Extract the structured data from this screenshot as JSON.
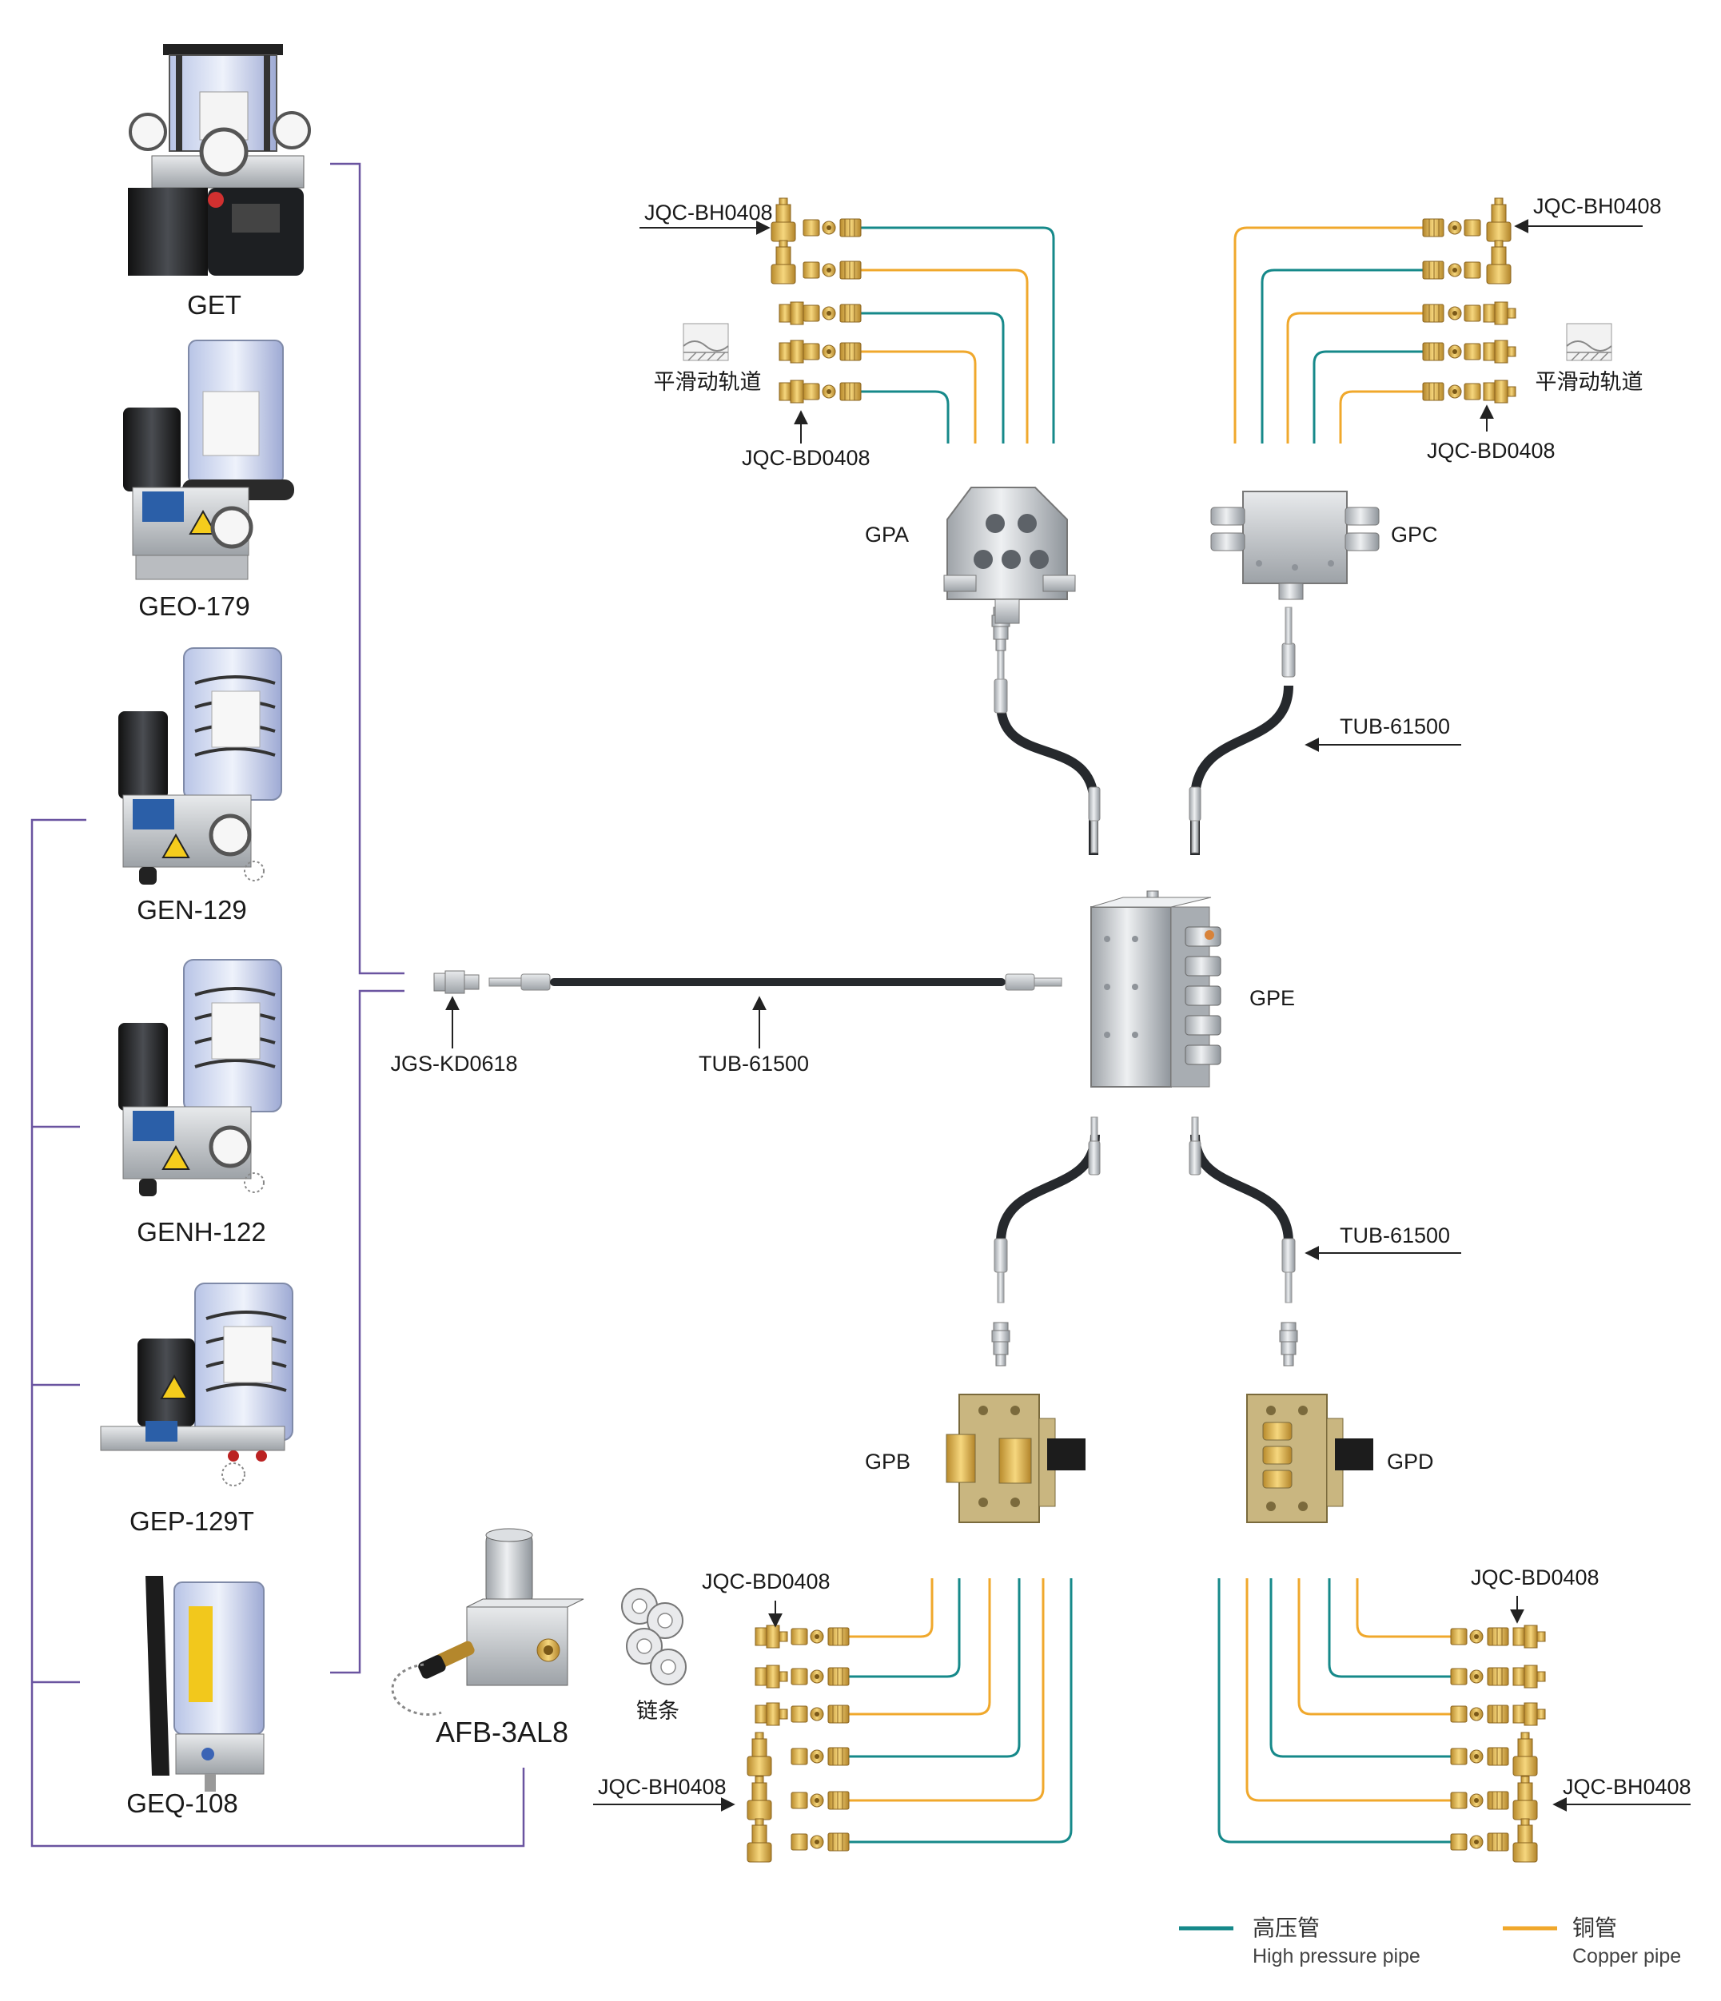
{
  "pumps": [
    {
      "id": "get",
      "label": "GET"
    },
    {
      "id": "geo",
      "label": "GEO-179"
    },
    {
      "id": "gen",
      "label": "GEN-129"
    },
    {
      "id": "genh",
      "label": "GENH-122"
    },
    {
      "id": "gep",
      "label": "GEP-129T"
    },
    {
      "id": "geq",
      "label": "GEQ-108"
    }
  ],
  "afb": {
    "label": "AFB-3AL8",
    "chain_label": "链条"
  },
  "main_line": {
    "connector_label": "JGS-KD0618",
    "tube_label": "TUB-61500"
  },
  "distributors": {
    "gpa": "GPA",
    "gpc": "GPC",
    "gpe": "GPE",
    "gpb": "GPB",
    "gpd": "GPD"
  },
  "hose_labels": {
    "upper": "TUB-61500",
    "lower": "TUB-61500"
  },
  "fitting_labels": {
    "gpa_bh": "JQC-BH0408",
    "gpa_bd": "JQC-BD0408",
    "gpc_bh": "JQC-BH0408",
    "gpc_bd": "JQC-BD0408",
    "gpb_bd": "JQC-BD0408",
    "gpb_bh": "JQC-BH0408",
    "gpd_bd": "JQC-BD0408",
    "gpd_bh": "JQC-BH0408"
  },
  "rail_labels": {
    "left": "平滑动轨道",
    "right": "平滑动轨道"
  },
  "legend": {
    "high_cn": "高压管",
    "high_en": "High pressure pipe",
    "copper_cn": "铜管",
    "copper_en": "Copper pipe"
  },
  "colors": {
    "high_pressure": "#16898a",
    "copper": "#f0a82c",
    "bracket": "#6a54a0",
    "brass": "#e2b24c",
    "metal": "#c9cccf",
    "hose": "#2a2d31"
  },
  "icons": [
    "pump-icon",
    "distributor-block-icon",
    "hose-icon",
    "brass-fitting-icon",
    "chain-icon",
    "rail-icon"
  ]
}
